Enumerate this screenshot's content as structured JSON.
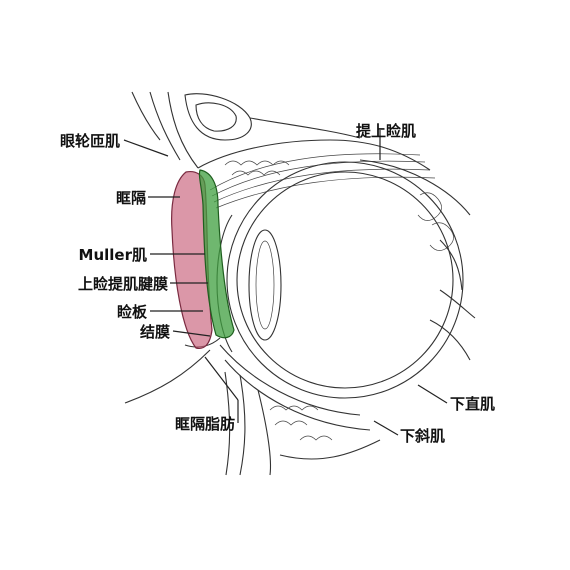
{
  "labels": {
    "orbicularis": "眼轮匝肌",
    "septum": "眶隔",
    "muller": "Muller肌",
    "levator_aponeurosis": "上睑提肌腱膜",
    "tarsus": "睑板",
    "conjunctiva": "结膜",
    "orbital_fat": "眶隔脂肪",
    "levator": "提上睑肌",
    "inferior_rectus": "下直肌",
    "inferior_oblique": "下斜肌"
  },
  "colors": {
    "septum_highlight": "#c8607a",
    "muller_highlight": "#3f9f3f",
    "line_art": "#333333",
    "label_text": "#111111",
    "background": "#ffffff"
  }
}
